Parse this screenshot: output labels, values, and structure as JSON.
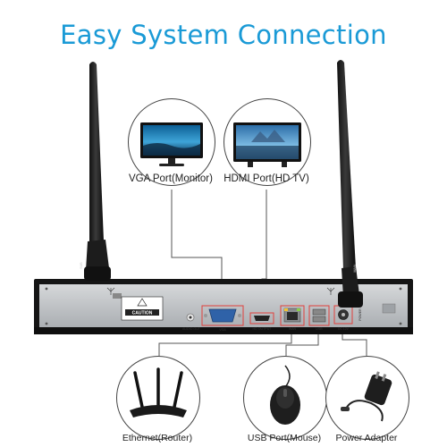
{
  "title": "Easy System Connection",
  "top_devices": [
    {
      "label": "VGA Port(Monitor)"
    },
    {
      "label": "HDMI Port(HD TV)"
    }
  ],
  "bottom_devices": [
    {
      "label": "Ethernet(Router)"
    },
    {
      "label": "USB Port(Mouse)"
    },
    {
      "label": "Power Adapter"
    }
  ],
  "panel": {
    "caution": "CAUTION",
    "audio_out": "AUDIO OUT",
    "vga": "VGA",
    "hd_output": "HD OUTPUT",
    "wan": "WAN",
    "usb": "USB",
    "dc": "DC 12V",
    "power": "POWER",
    "sub": "SUB",
    "main": "MAIN"
  },
  "colors": {
    "title": "#1a9ad6",
    "connector": "#d9534f",
    "body": "#1b1b1b",
    "panel": "#c8cacc"
  }
}
